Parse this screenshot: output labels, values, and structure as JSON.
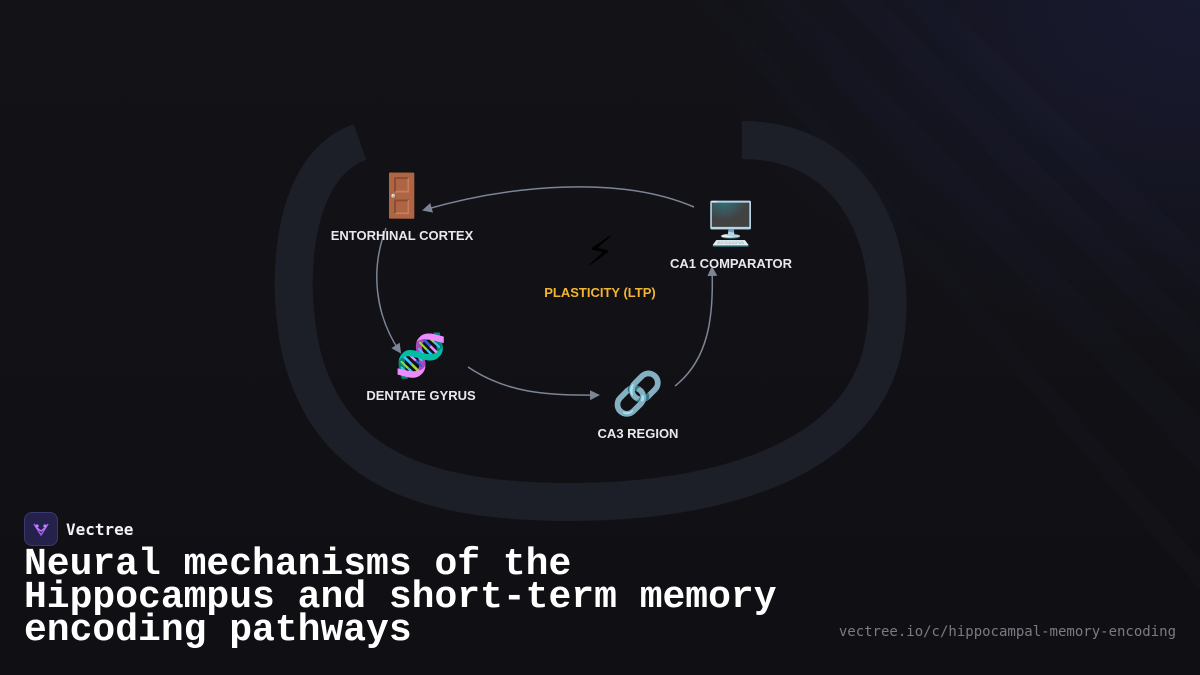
{
  "brand": {
    "name": "Vectree",
    "logo_icon": "vectree-logo-icon"
  },
  "title": "Neural mechanisms of the Hippocampus and short-term memory encoding pathways",
  "url": "vectree.io/c/hippocampal-memory-encoding",
  "colors": {
    "background": "#111116",
    "loop_band": "#1c1f27",
    "arrow": "#7c8496",
    "label": "#e8e8ee",
    "highlight": "#f2b632",
    "brand_accent": "#a855f7"
  },
  "diagram": {
    "nodes": [
      {
        "id": "entorhinal",
        "label": "ENTORHINAL CORTEX",
        "icon": "door-icon",
        "glyph": "🚪"
      },
      {
        "id": "dentate",
        "label": "DENTATE GYRUS",
        "icon": "dna-icon",
        "glyph": "🧬"
      },
      {
        "id": "ca3",
        "label": "CA3 REGION",
        "icon": "link-icon",
        "glyph": "🔗"
      },
      {
        "id": "ca1",
        "label": "CA1 COMPARATOR",
        "icon": "computer-icon",
        "glyph": "🖥️"
      },
      {
        "id": "plasticity",
        "label": "PLASTICITY (LTP)",
        "icon": "lightning-icon",
        "glyph": "⚡"
      }
    ],
    "edges": [
      {
        "from": "entorhinal",
        "to": "dentate"
      },
      {
        "from": "dentate",
        "to": "ca3"
      },
      {
        "from": "ca3",
        "to": "ca1"
      },
      {
        "from": "ca1",
        "to": "entorhinal"
      }
    ]
  }
}
